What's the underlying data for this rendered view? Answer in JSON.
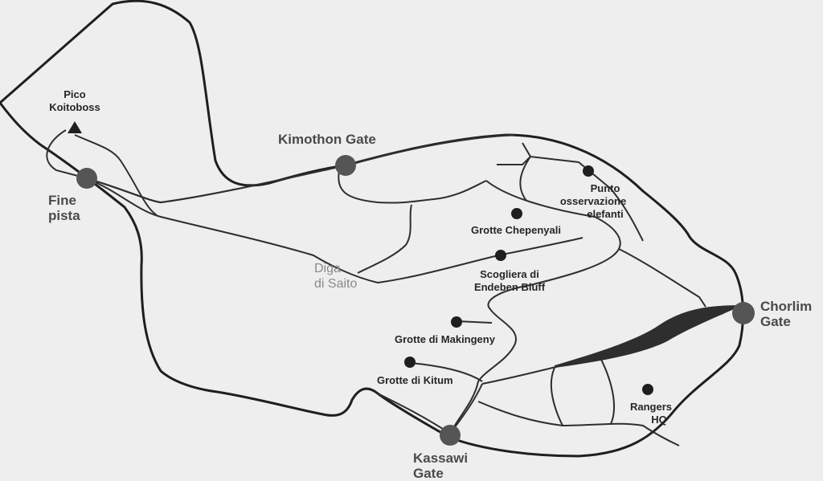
{
  "colors": {
    "background": "#eeeeee",
    "boundary": "#1f1f1f",
    "road": "#2e2e2e",
    "gate_marker": "#555555",
    "poi_marker": "#1f1f1f",
    "gate_text": "#4a4a4a",
    "poi_text": "#262626",
    "water_text": "#8a8a8a"
  },
  "icons": {
    "gate": "filled-circle",
    "point_of_interest": "filled-dot",
    "peak": "triangle"
  },
  "gates": {
    "kimothon": "Kimothon Gate",
    "fine_pista_1": "Fine",
    "fine_pista_2": "pista",
    "chorlim_1": "Chorlim",
    "chorlim_2": "Gate",
    "kassawi_1": "Kassawi",
    "kassawi_2": "Gate"
  },
  "peak": {
    "line1": "Pico",
    "line2": "Koitoboss"
  },
  "water": {
    "line1": "Diga",
    "line2": "di Saito"
  },
  "pois": {
    "elefanti_1": "Punto",
    "elefanti_2": "osservazione",
    "elefanti_3": "elefanti",
    "chepenyali": "Grotte Chepenyali",
    "endeben_1": "Scogliera di",
    "endeben_2": "Endeben Bluff",
    "makingeny": "Grotte di Makingeny",
    "kitum": "Grotte di Kitum",
    "rangers_1": "Rangers",
    "rangers_2": "HQ"
  }
}
